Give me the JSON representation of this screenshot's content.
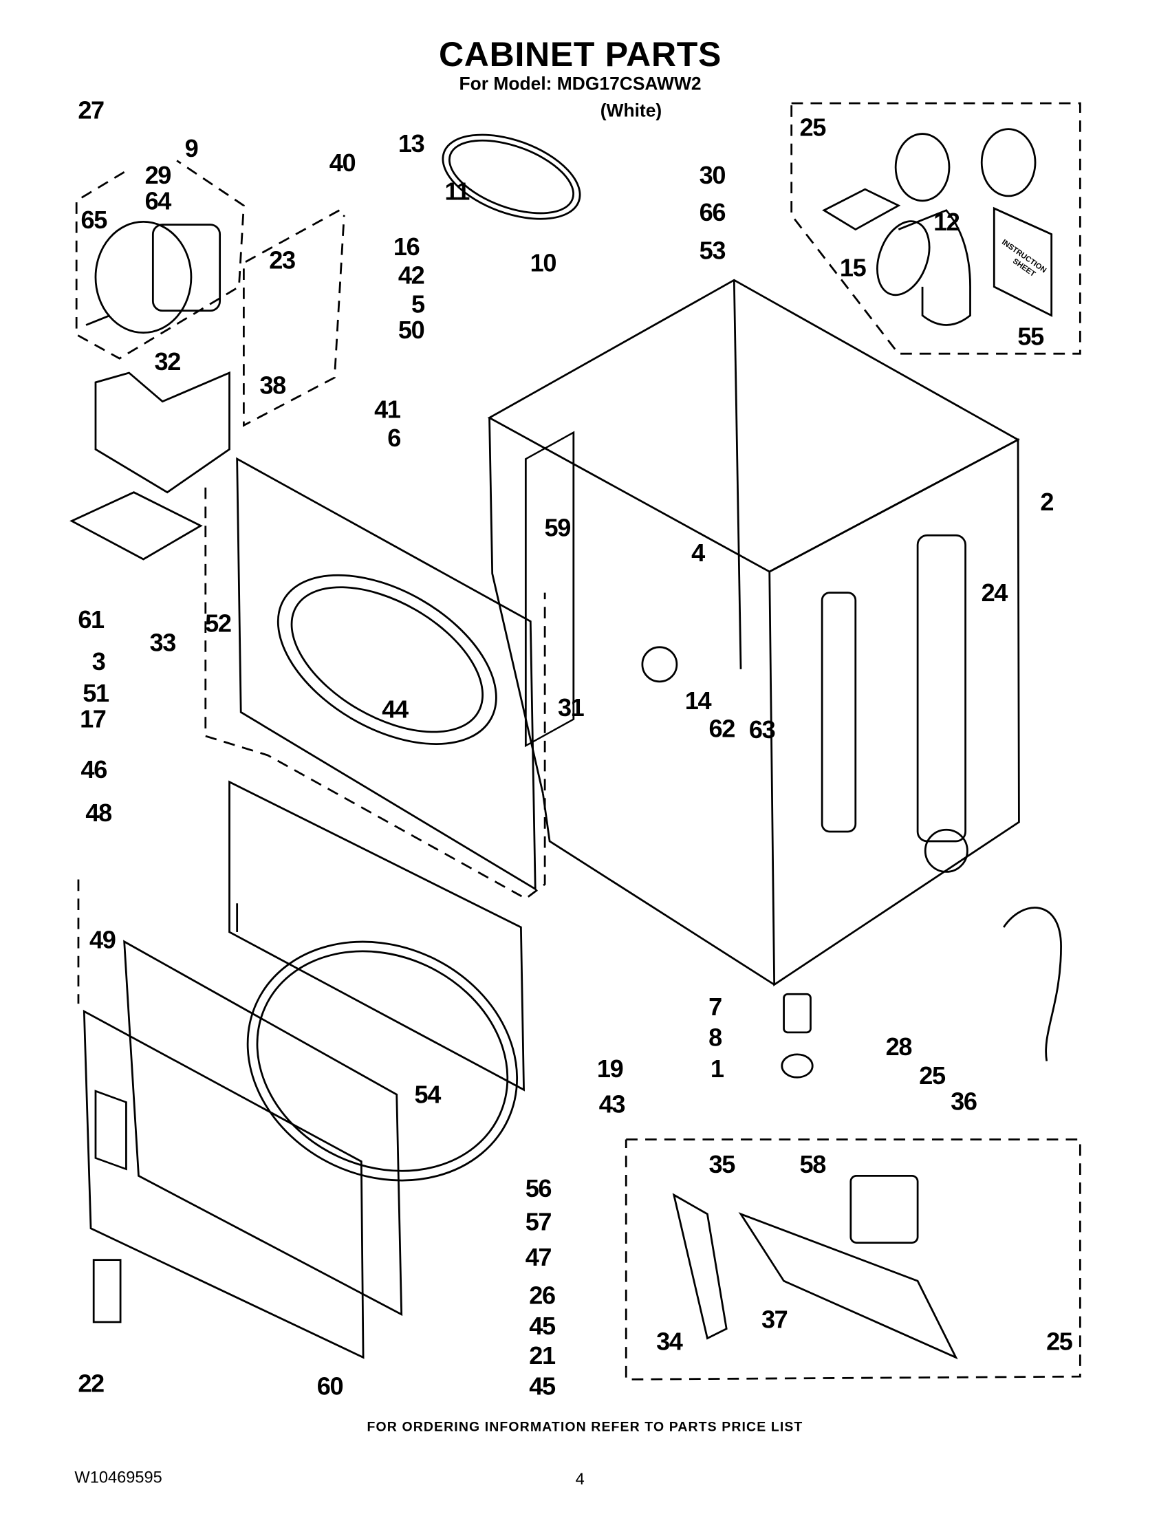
{
  "header": {
    "title": "CABINET PARTS",
    "model_line": "For Model: MDG17CSAWW2",
    "color": "(White)"
  },
  "diagram": {
    "manual_label": [
      "INSTRUCTION",
      "SHEET"
    ],
    "callouts": [
      "27",
      "9",
      "29",
      "64",
      "65",
      "40",
      "13",
      "11",
      "30",
      "10",
      "16",
      "23",
      "42",
      "5",
      "50",
      "38",
      "32",
      "41",
      "6",
      "25",
      "66",
      "12",
      "15",
      "53",
      "55",
      "2",
      "24",
      "4",
      "59",
      "31",
      "14",
      "62",
      "63",
      "61",
      "3",
      "33",
      "52",
      "51",
      "17",
      "44",
      "46",
      "48",
      "49",
      "7",
      "8",
      "1",
      "19",
      "28",
      "25",
      "36",
      "54",
      "43",
      "56",
      "57",
      "47",
      "26",
      "45",
      "21",
      "45",
      "60",
      "22",
      "35",
      "58",
      "34",
      "37",
      "25"
    ]
  },
  "footer": {
    "ordering_note": "FOR ORDERING INFORMATION REFER TO PARTS PRICE LIST",
    "document_number": "W10469595",
    "page_number": "4"
  }
}
